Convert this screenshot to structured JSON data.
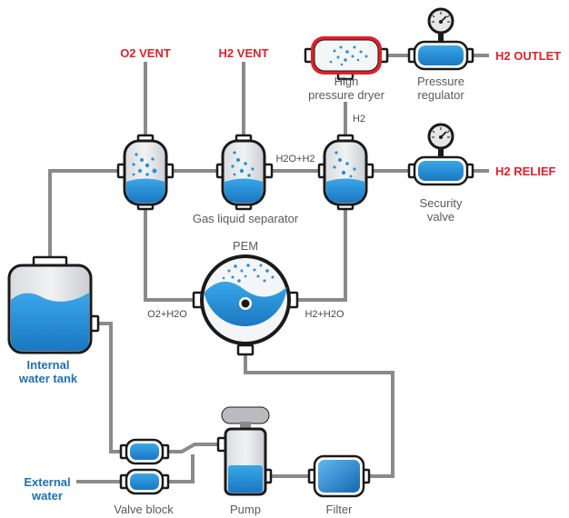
{
  "labels": {
    "o2_vent": "O2 VENT",
    "h2_vent": "H2 VENT",
    "h2_outlet": "H2 OUTLET",
    "h2_relief": "H2 RELIEF",
    "high_pressure_dryer": [
      "High",
      "pressure dryer"
    ],
    "pressure_regulator": [
      "Pressure",
      "regulator"
    ],
    "security_valve": [
      "Security",
      "valve"
    ],
    "h2": "H2",
    "h2o_h2": "H2O+H2",
    "gas_liquid_separator": "Gas liquid separator",
    "pem": "PEM",
    "o2_h2o": "O2+H2O",
    "h2_h2o": "H2+H2O",
    "internal_water_tank": [
      "Internal",
      "water tank"
    ],
    "external_water": [
      "External",
      "water"
    ],
    "valve_block": "Valve block",
    "pump": "Pump",
    "filter": "Filter"
  },
  "colors": {
    "vent_red": "#e0202a",
    "water_blue": "#2a8fd8",
    "label_blue": "#1f6fb5",
    "pipe_gray": "#8a8a8a",
    "outline": "#1a1a1a",
    "dryer_red": "#e0202a"
  }
}
